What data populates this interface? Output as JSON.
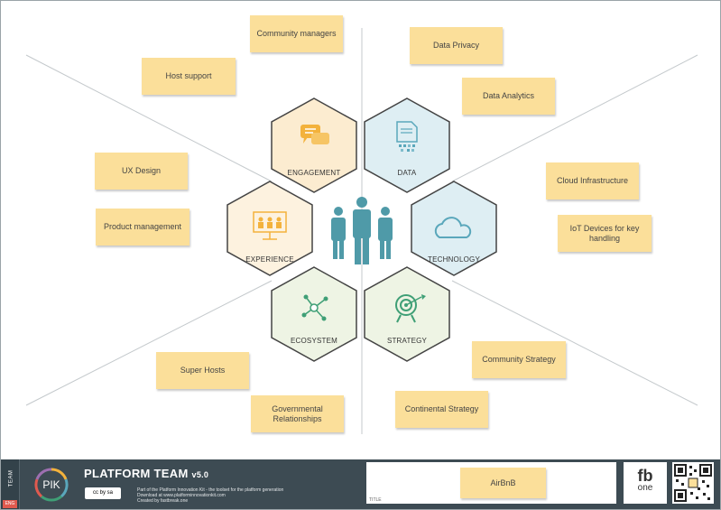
{
  "canvas": {
    "sectors": [
      {
        "name": "ENGAGEMENT",
        "icon": "chat-bubbles-icon",
        "fill": "#fcecd0",
        "accent": "#f3b23c"
      },
      {
        "name": "DATA",
        "icon": "document-data-icon",
        "fill": "#deeef3",
        "accent": "#5aa7bb"
      },
      {
        "name": "EXPERIENCE",
        "icon": "presentation-audience-icon",
        "fill": "#fdf2df",
        "accent": "#f3b23c"
      },
      {
        "name": "TECHNOLOGY",
        "icon": "cloud-icon",
        "fill": "#deeef3",
        "accent": "#5aa7bb"
      },
      {
        "name": "ECOSYSTEM",
        "icon": "network-nodes-icon",
        "fill": "#eef4e4",
        "accent": "#3f9f76"
      },
      {
        "name": "STRATEGY",
        "icon": "target-arrow-icon",
        "fill": "#eef4e4",
        "accent": "#3f9f76"
      }
    ],
    "center_icon": "team-people-icon",
    "notes": [
      "Community managers",
      "Host support",
      "Data Privacy",
      "Data Analytics",
      "UX Design",
      "Product management",
      "Cloud Infrastructure",
      "IoT Devices for key handling",
      "Super Hosts",
      "Governmental Relationships",
      "Community Strategy",
      "Continental Strategy"
    ]
  },
  "footer": {
    "team_tab": "TEAM",
    "lang": "ENG",
    "logo": "PIK",
    "title": "PLATFORM TEAM",
    "version": "v5.0",
    "license_badge": "cc by sa",
    "desc_line1": "Part of the Platform Innovation Kit - the toolset for the platform generation",
    "desc_line2": "Download at www.platforminnovationkit.com",
    "desc_line3": "Created by fastbreak.one",
    "title_field_label": "TITLE",
    "title_note": "AirBnB",
    "brand_line1": "fb",
    "brand_line2": "one",
    "qr_icon": "qr-code-icon"
  },
  "colors": {
    "footer_bg": "#3d4b53",
    "note_bg": "#fbdf9a",
    "lang_badge": "#e05a4f"
  }
}
